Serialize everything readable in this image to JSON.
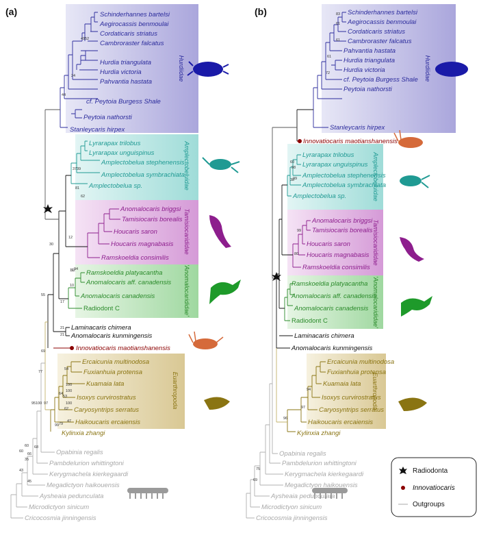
{
  "panels": {
    "a": {
      "label": "(a)",
      "taxa": {
        "hurdiidae": [
          "Schinderhannes bartelsi",
          "Aegirocassis benmoulai",
          "Cordaticaris striatus",
          "Cambroraster falcatus",
          "Hurdia triangulata",
          "Hurdia victoria",
          "Pahvantia hastata",
          "cf. Peytoia Burgess Shale",
          "Peytoia nathorsti",
          "Stanleycaris hirpex"
        ],
        "amplectobeluidae": [
          "Lyrarapax trilobus",
          "Lyrarapax unguispinus",
          "Amplectobelua stephenensis",
          "Amplectobelua symbrachiata",
          "Amplectobelua sp."
        ],
        "tamisiocarididae": [
          "Anomalocaris briggsi",
          "Tamisiocaris borealis",
          "Houcaris saron",
          "Houcaris magnabasis",
          "Ramskoeldia consimilis"
        ],
        "anomalocarididae": [
          "Ramskoeldia platyacantha",
          "Anomalocaris aff. canadensis",
          "Anomalocaris canadensis",
          "Radiodont C"
        ],
        "stem": [
          "Laminacaris chimera",
          "Anomalocaris kunmingensis"
        ],
        "innovatiocaris": "Innovatiocaris maotianshanensis",
        "euarthropoda": [
          "Ercaicunia multinodosa",
          "Fuxianhuia protensa",
          "Kuamaia lata",
          "Isoxys curvirostratus",
          "Caryosyntrips serratus",
          "Haikoucaris ercaiensis",
          "Kylinxia zhangi"
        ],
        "outgroups": [
          "Opabinia regalis",
          "Pambdelurion whittingtoni",
          "Kerygmachela kierkegaardi",
          "Megadictyon haikouensis",
          "Aysheaia pedunculata",
          "Microdictyon sinicum",
          "Cricocosmia jinningensis"
        ]
      },
      "clades": [
        "Hurdiidae",
        "Amplectobeluidae",
        "Tamisiocarididae",
        "'Anomalocarididae'",
        "Euarthropoda"
      ],
      "support": [
        "49",
        "52",
        "95",
        "100",
        "100",
        "100",
        "100",
        "68",
        "30",
        "97",
        "35",
        "43",
        "45",
        "60",
        "66",
        "60",
        "44",
        "24",
        "53",
        "64",
        "62",
        "47",
        "54",
        "79",
        "99",
        "10",
        "17",
        "21",
        "21",
        "37",
        "39",
        "62",
        "55",
        "69",
        "77",
        "81",
        "94",
        "92",
        "12",
        "11"
      ]
    },
    "b": {
      "label": "(b)",
      "taxa": {
        "hurdiidae": [
          "Schinderhannes bartelsi",
          "Aegirocassis benmoulai",
          "Cordaticaris striatus",
          "Cambroraster falcatus",
          "Pahvantia hastata",
          "Hurdia triangulata",
          "Hurdia victoria",
          "cf. Peytoia Burgess Shale",
          "Peytoia nathorsti",
          "Stanleycaris hirpex"
        ],
        "innovatiocaris": "Innovatiocaris maotianshanensis",
        "amplectobeluidae": [
          "Lyrarapax trilobus",
          "Lyrarapax unguispinus",
          "Amplectobelua stephenensis",
          "Amplectobelua symbrachiata",
          "Amplectobelua sp."
        ],
        "tamisiocarididae": [
          "Anomalocaris briggsi",
          "Tamisiocaris borealis",
          "Houcaris saron",
          "Houcaris magnabasis",
          "Ramskoeldia consimilis"
        ],
        "anomalocarididae": [
          "Ramskoeldia platyacantha",
          "Anomalocaris aff. canadensis",
          "Anomalocaris canadensis",
          "Radiodont C"
        ],
        "stem": [
          "Laminacaris chimera",
          "Anomalocaris kunmingensis"
        ],
        "euarthropoda": [
          "Ercaicunia multinodosa",
          "Fuxianhuia protensa",
          "Kuamaia lata",
          "Isoxys curvirostratus",
          "Caryosyntrips serratus",
          "Haikoucaris ercaiensis",
          "Kylinxia zhangi"
        ],
        "outgroups": [
          "Opabinia regalis",
          "Pambdelurion whittingtoni",
          "Kerygmachela kierkegaardi",
          "Megadictyon haikouensis",
          "Aysheaia pedunculata",
          "Microdictyon sinicum",
          "Cricocosmia jinningensis"
        ]
      },
      "clades": [
        "Hurdiidae",
        "Amplectobeluidae",
        "Tamisiocarididae",
        "'Anomalocarididae'",
        "Euarthropoda"
      ],
      "support": [
        "83",
        "61",
        "61",
        "72",
        "61",
        "98",
        "99",
        "80",
        "99",
        "60",
        "38",
        "94",
        "97",
        "96",
        "75",
        "69"
      ]
    }
  },
  "legend": {
    "radiodonta": "Radiodonta",
    "innovatiocaris": "Innovatiocaris",
    "outgroups": "Outgroups"
  },
  "colors": {
    "hurdiidae": "#2b2b9c",
    "amplectobeluidae": "#1f9a93",
    "tamisiocarididae": "#8d1e8d",
    "anomalocarididae": "#2a8a2a",
    "euarthropoda": "#8a7412",
    "innovatiocaris": "#8b0000",
    "outgroup": "#a8a8a8",
    "stem": "#111111"
  }
}
